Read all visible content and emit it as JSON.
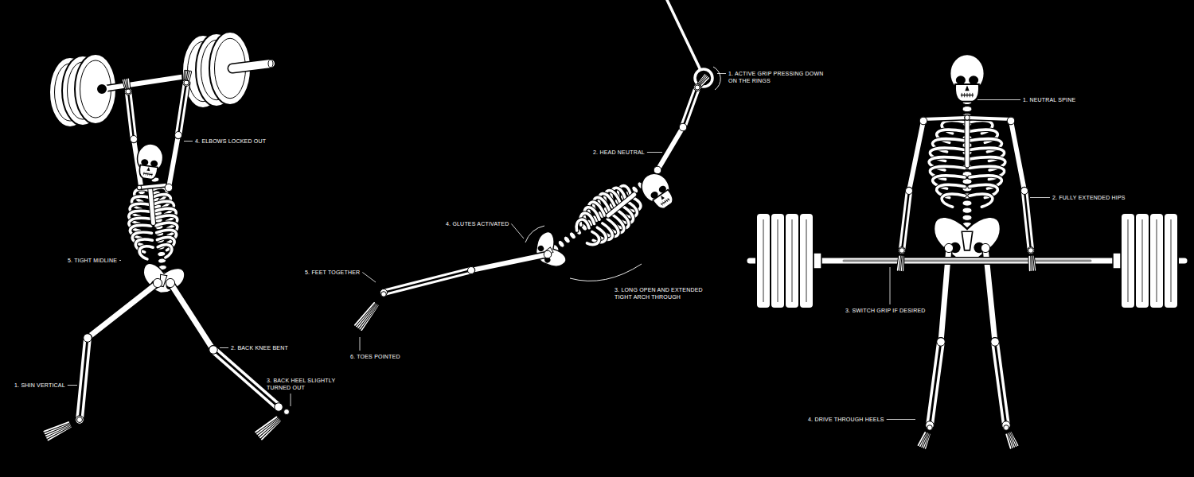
{
  "diagram": {
    "labels": [
      "4. ELBOWS LOCKED OUT",
      "5. TIGHT MIDLINE",
      "2. BACK KNEE BENT",
      "1. SHIN VERTICAL",
      "3. BACK HEEL SLIGHTLY TURNED OUT",
      "1. ACTIVE GRIP PRESSING DOWN ON THE RINGS",
      "2. HEAD NEUTRAL",
      "4. GLUTES ACTIVATED",
      "5. FEET TOGETHER",
      "3. LONG OPEN AND EXTENDED TIGHT ARCH THROUGH",
      "6. TOES POINTED",
      "1. NEUTRAL SPINE",
      "2. FULLY EXTENDED HIPS",
      "3. SWITCH GRIP IF DESIRED",
      "4. DRIVE THROUGH HEELS"
    ]
  }
}
